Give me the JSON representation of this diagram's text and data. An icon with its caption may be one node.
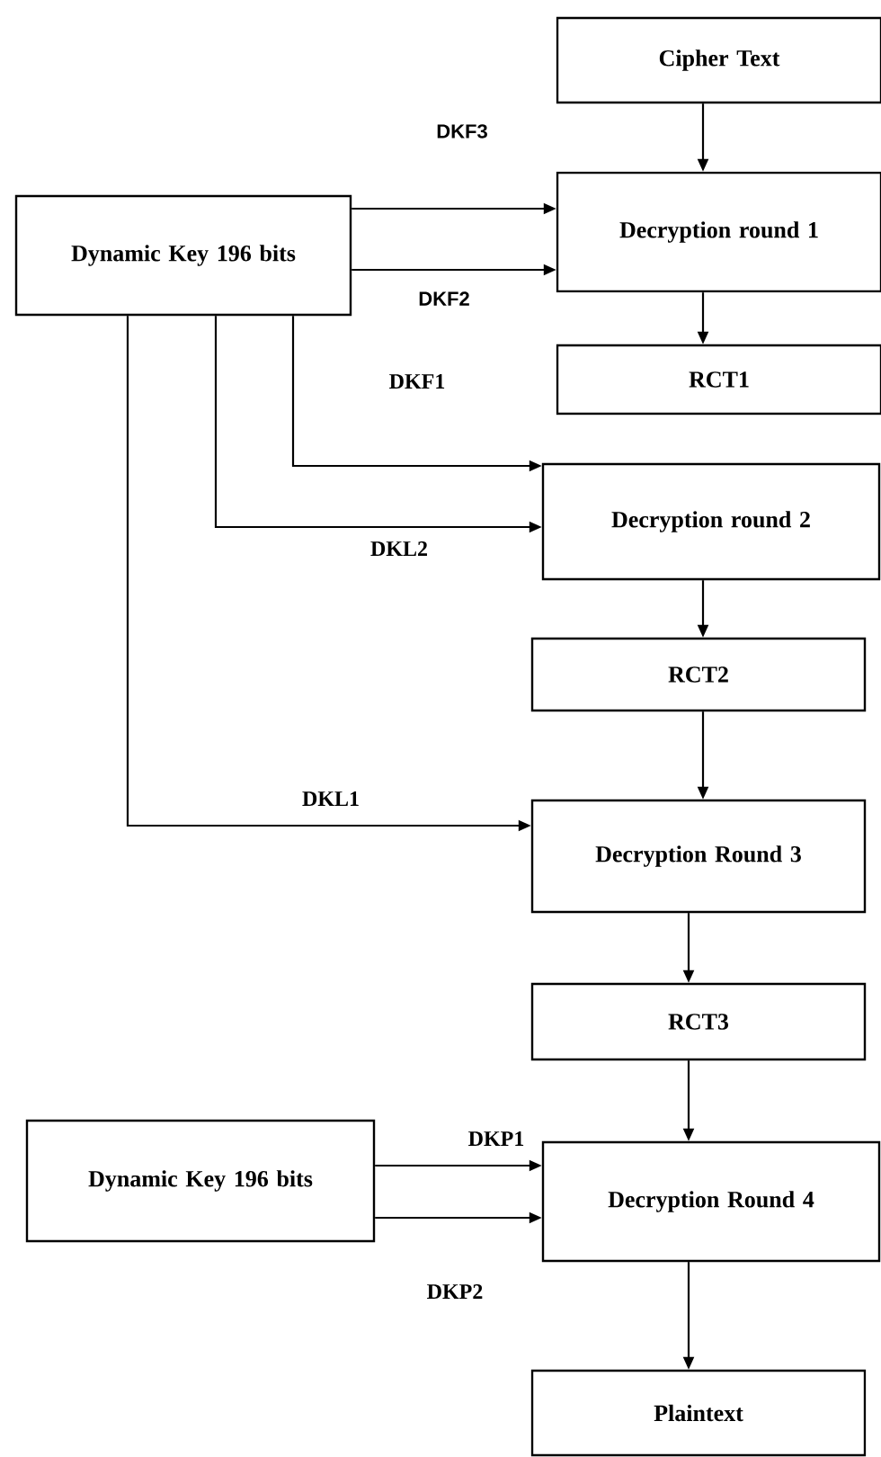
{
  "diagram": {
    "nodes": [
      {
        "text": [
          "Cipher Text"
        ]
      },
      {
        "text": [
          "Dynamic Key 196 bits"
        ]
      },
      {
        "text": [
          "Decryption round 1"
        ]
      },
      {
        "text": [
          "RCT1"
        ]
      },
      {
        "text": [
          "Decryption round 2"
        ]
      },
      {
        "text": [
          "RCT2"
        ]
      },
      {
        "text": [
          "Decryption Round 3"
        ]
      },
      {
        "text": [
          "RCT3"
        ]
      },
      {
        "text": [
          "Dynamic Key 196 bits"
        ]
      },
      {
        "text": [
          "Decryption Round 4"
        ]
      },
      {
        "text": [
          "Plaintext"
        ]
      }
    ],
    "edges": [
      {
        "from": 0,
        "to": 2,
        "arrow": "to"
      },
      {
        "from": 1,
        "to": 2,
        "arrow": "to",
        "label": "DKF3"
      },
      {
        "from": 1,
        "to": 2,
        "arrow": "to",
        "label": "DKF2"
      },
      {
        "from": 2,
        "to": 3,
        "arrow": "to"
      },
      {
        "from": 1,
        "to": 4,
        "arrow": "to",
        "label": "DKF1"
      },
      {
        "from": 1,
        "to": 4,
        "arrow": "to",
        "label": "DKL2"
      },
      {
        "from": 4,
        "to": 5,
        "arrow": "to"
      },
      {
        "from": 5,
        "to": 6,
        "arrow": "to"
      },
      {
        "from": 1,
        "to": 6,
        "arrow": "to",
        "label": "DKL1"
      },
      {
        "from": 6,
        "to": 7,
        "arrow": "to"
      },
      {
        "from": 7,
        "to": 9,
        "arrow": "to"
      },
      {
        "from": 8,
        "to": 9,
        "arrow": "to",
        "label": "DKP1"
      },
      {
        "from": 8,
        "to": 9,
        "arrow": "to",
        "label": "DKP2"
      },
      {
        "from": 9,
        "to": 10,
        "arrow": "to"
      }
    ]
  }
}
